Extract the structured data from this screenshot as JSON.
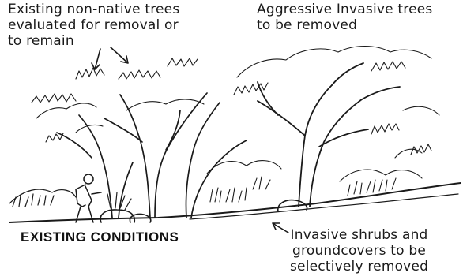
{
  "labels": {
    "existing_trees": [
      "Existing non-native trees",
      "evaluated for removal or",
      "to remain"
    ],
    "aggressive_trees": [
      "Aggressive Invasive trees",
      "to be removed"
    ],
    "invasive_shrubs": [
      "Invasive shrubs and",
      "groundcovers to be",
      "selectively removed"
    ],
    "title": "EXISTING CONDITIONS"
  }
}
